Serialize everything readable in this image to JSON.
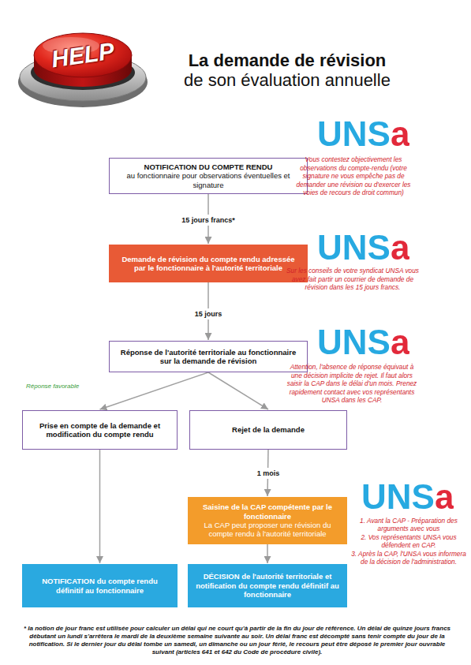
{
  "diagram": {
    "title": "La demande de révision de son évaluation annuelle",
    "nodes": [
      {
        "text": [
          "NOTIFICATION DU COMPTE RENDU",
          "au fonctionnaire pour observations éventuelles et signature"
        ]
      },
      {
        "text": [
          "Demande de révision du compte rendu adressée par le fonctionnaire à l'autorité territoriale"
        ]
      },
      {
        "text": [
          "Réponse de l'autorité territoriale au fonctionnaire sur la demande de révision"
        ]
      },
      {
        "text": [
          "Prise en compte de la demande et modification du compte rendu"
        ]
      },
      {
        "text": [
          "Rejet de la demande"
        ]
      },
      {
        "text": [
          "Saisine de la CAP compétente par le fonctionnaire",
          "La CAP peut proposer une révision du compte rendu à l'autorité territoriale"
        ]
      },
      {
        "text": [
          "NOTIFICATION du compte rendu définitif au fonctionnaire"
        ]
      },
      {
        "text": [
          "DÉCISION de l'autorité territoriale et notification du compte rendu définitif au fonctionnaire"
        ]
      }
    ],
    "edges": [
      {
        "from": 0,
        "to": 1,
        "arrow": "to",
        "label": "15 jours francs*"
      },
      {
        "from": 1,
        "to": 2,
        "arrow": "to",
        "label": "15 jours"
      },
      {
        "from": 2,
        "to": 3,
        "arrow": "to",
        "label": "Réponse favorable"
      },
      {
        "from": 2,
        "to": 4,
        "arrow": "to"
      },
      {
        "from": 3,
        "to": 6,
        "arrow": "to"
      },
      {
        "from": 4,
        "to": 5,
        "arrow": "to",
        "label": "1 mois"
      },
      {
        "from": 5,
        "to": 7,
        "arrow": "to"
      }
    ],
    "labels": [
      "HELP",
      "UNSa",
      "Vous contestez objectivement les observations du compte-rendu (votre signature ne vous empêche pas de demander une révision ou d'exercer les voies de recours de droit commun)",
      "UNSa",
      "Sur les conseils de votre syndicat UNSA vous avez fait partir un courrier de demande de révision dans les 15 jours francs.",
      "UNSa",
      "Attention, l'absence de réponse équivaut à une décision implicite de rejet. Il faut alors saisir la CAP dans le délai d'un mois. Prenez rapidement contact avec vos représentants UNSA dans les CAP.",
      "UNSa",
      "1. Avant la CAP - Préparation des arguments avec vous",
      "2. Vos représentants UNSA vous défendent en CAP.",
      "3. Après la CAP, l'UNSA vous informera de la décision de l'administration.",
      "* la notion de jour franc est utilisée pour calculer un délai qui ne court qu'à partir de la fin du jour de référence. Un délai de quinze jours francs débutant un lundi s'arrêtera le mardi de la deuxième semaine suivante au soir. Un délai franc est décompté sans tenir compte du jour de la notification. Si le dernier jour du délai tombe un samedi, un dimanche ou un jour férié, le recours peut être déposé le premier jour ouvrable suivant (articles 641 et 642 du Code de procédure civile)."
    ]
  }
}
